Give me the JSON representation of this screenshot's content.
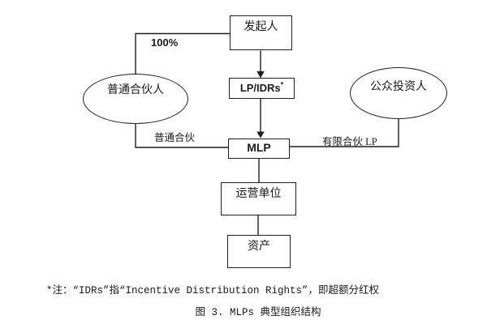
{
  "figure": {
    "nodes": {
      "sponsor": {
        "label": "发起人"
      },
      "lp_idrs": {
        "label": "LP/IDRs",
        "sup": "*"
      },
      "mlp": {
        "label": "MLP"
      },
      "operating_unit": {
        "label": "运营单位"
      },
      "assets": {
        "label": "资产"
      },
      "general_partner": {
        "label": "普通合伙人"
      },
      "public_investors": {
        "label": "公众投资人"
      }
    },
    "edge_labels": {
      "ownership_pct": "100%",
      "general_partnership": "普通合伙",
      "limited_partnership": "有限合伙 LP"
    },
    "colors": {
      "ink": "#1a1a1a",
      "line": "#1f1f1f",
      "background": "#ffffff"
    },
    "footnote": "*注：“IDRs”指“Incentive Distribution Rights”，即超额分红权",
    "caption": "图 3. MLPs 典型组织结构"
  }
}
